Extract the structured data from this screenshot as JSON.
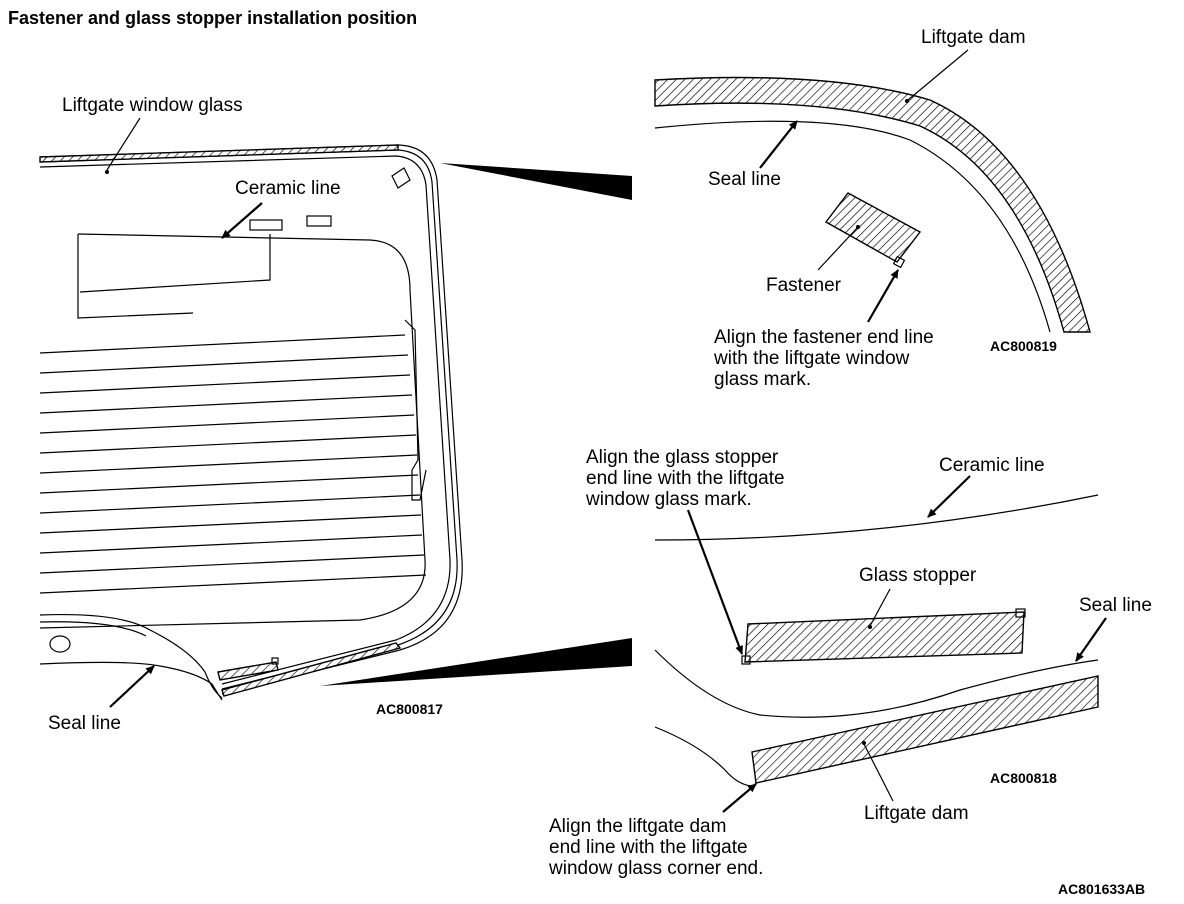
{
  "title": "Fastener and glass stopper installation position",
  "left_view": {
    "labels": {
      "liftgate_window_glass": "Liftgate window glass",
      "ceramic_line": "Ceramic line",
      "seal_line": "Seal line"
    },
    "code": "AC800817"
  },
  "top_right_view": {
    "labels": {
      "liftgate_dam": "Liftgate dam",
      "seal_line": "Seal line",
      "fastener": "Fastener",
      "align_note": [
        "Align the fastener end line",
        "with the liftgate window",
        "glass mark."
      ]
    },
    "code": "AC800819"
  },
  "bottom_right_view": {
    "labels": {
      "align_stopper_note": [
        "Align the glass stopper",
        "end line with the liftgate",
        "window glass mark."
      ],
      "ceramic_line": "Ceramic line",
      "glass_stopper": "Glass stopper",
      "seal_line": "Seal line",
      "liftgate_dam": "Liftgate dam",
      "align_dam_note": [
        "Align the liftgate dam",
        "end line with the liftgate",
        "window glass corner end."
      ]
    },
    "code": "AC800818"
  },
  "figure_code": "AC801633AB"
}
